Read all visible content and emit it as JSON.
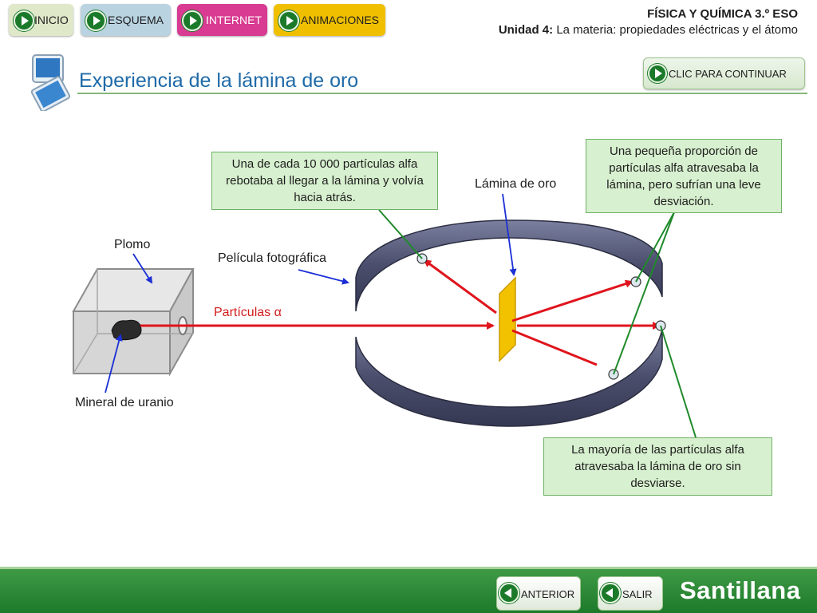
{
  "nav": {
    "inicio": "INICIO",
    "esquema": "ESQUEMA",
    "internet": "INTERNET",
    "animaciones": "ANIMACIONES"
  },
  "header": {
    "course": "FÍSICA Y QUÍMICA 3.º ESO",
    "unit_prefix": "Unidad 4:",
    "unit_title": "La materia: propiedades eléctricas y el átomo"
  },
  "page": {
    "title": "Experiencia de la lámina de oro",
    "continue_label": "CLIC PARA CONTINUAR"
  },
  "diagram": {
    "labels": {
      "plomo": "Plomo",
      "pelicula": "Película fotográfica",
      "particulas": "Partículas α",
      "mineral": "Mineral de uranio",
      "lamina": "Lámina de oro"
    },
    "callouts": {
      "rebote": "Una de cada 10 000 partículas alfa rebotaba al llegar a la lámina y volvía hacia atrás.",
      "desviacion": "Una pequeña proporción    de partículas alfa atravesaba la lámina, pero sufrían una leve desviación.",
      "mayoria": "La mayoría de las partículas alfa atravesaba la lámina de oro sin desviarse."
    },
    "colors": {
      "alpha_ray": "#e0141c",
      "gold_foil": "#f2c200",
      "film_ring": "#5b607e",
      "callout_bg": "#d7f0cf",
      "pointer_green": "#1f8a2a",
      "pointer_blue": "#1a2fd6"
    }
  },
  "footer": {
    "anterior": "ANTERIOR",
    "salir": "SALIR",
    "brand": "Santillana"
  }
}
